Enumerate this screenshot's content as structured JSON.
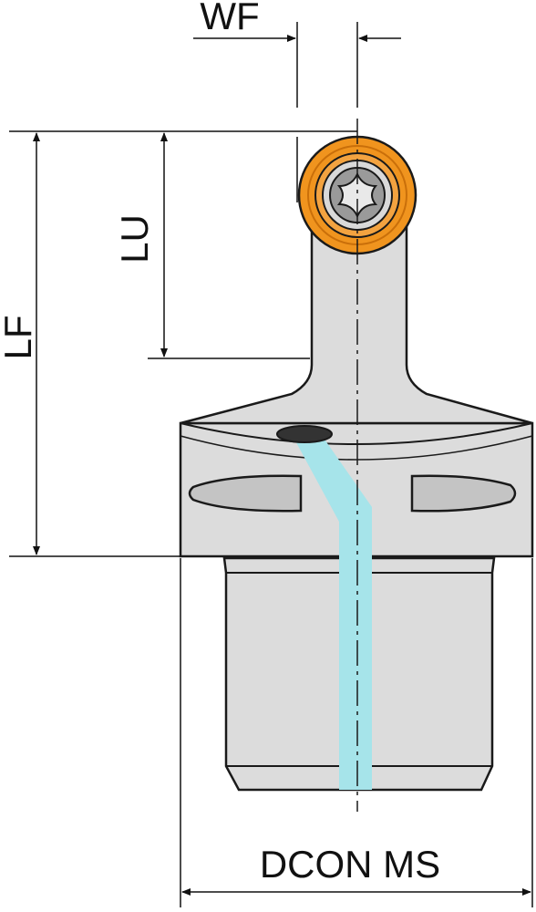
{
  "labels": {
    "wf": "WF",
    "lu": "LU",
    "lf": "LF",
    "dcon_ms": "DCON MS"
  },
  "colors": {
    "tool_body": "#dcdcdc",
    "tool_body_dark": "#c4c4c4",
    "outline": "#1a1a1a",
    "insert_orange": "#f0941e",
    "insert_orange_dark": "#c96f0a",
    "screw": "#9a9a9a",
    "coolant": "#a6e4ea"
  },
  "icons": {
    "screw": "torx-screw-icon",
    "insert": "round-insert-icon"
  }
}
